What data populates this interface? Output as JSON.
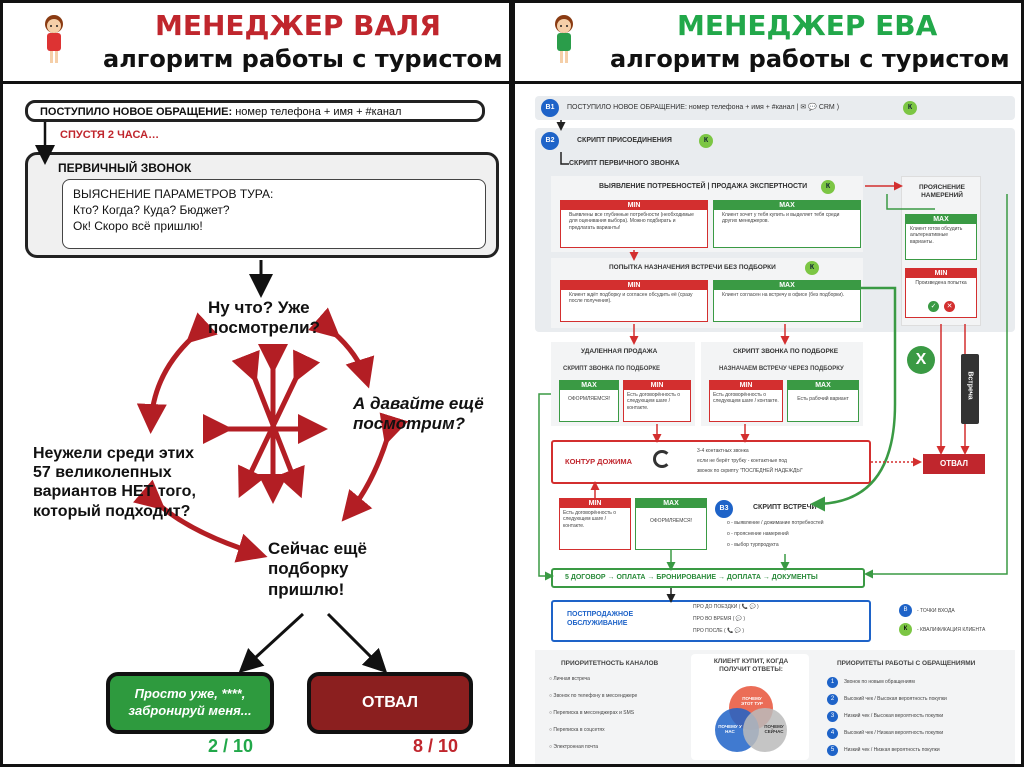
{
  "left": {
    "header_title": "МЕНЕДЖЕР ВАЛЯ",
    "header_subtitle": "алгоритм работы с туристом",
    "request_label_bold": "ПОСТУПИЛО НОВОЕ ОБРАЩЕНИЕ:",
    "request_label_rest": " номер телефона + имя + #канал",
    "after_2h": "СПУСТЯ 2 ЧАСА…",
    "first_call": "ПЕРВИЧНЫЙ ЗВОНОК",
    "params_line1": "ВЫЯСНЕНИЕ ПАРАМЕТРОВ ТУРА:",
    "params_line2": "Кто? Когда? Куда? Бюджет?",
    "params_line3": "Ок! Скоро всё пришлю!",
    "q_top": "Ну что? Уже посмотрели?",
    "q_right": "А давайте ещё посмотрим?",
    "q_left": "Неужели среди этих 57 великолепных вариантов НЕТ того, который подходит?",
    "q_bottom": "Сейчас ещё подборку пришлю!",
    "result_good": "Просто уже, ****, забронируй меня...",
    "result_bad": "ОТВАЛ",
    "score_good": "2 / 10",
    "score_bad": "8 / 10"
  },
  "right": {
    "header_title": "МЕНЕДЖЕР ЕВА",
    "header_subtitle": "алгоритм работы с туристом",
    "b1": "B1",
    "b1_text": "ПОСТУПИЛО НОВОЕ ОБРАЩЕНИЕ: номер телефона + имя + #канал | ✉ 💬 CRM )",
    "k": "К",
    "b2": "B2",
    "b2_text": "СКРИПТ ПРИСОЕДИНЕНИЯ",
    "first_call_script": "СКРИПТ ПЕРВИЧНОГО ЗВОНКА",
    "needs": "ВЫЯВЛЕНИЕ ПОТРЕБНОСТЕЙ | ПРОДАЖА ЭКСПЕРТНОСТИ",
    "min": "MIN",
    "max": "MAX",
    "needs_min": "Выявлены все глубинные потребности (необходимые для оценивания выбора). Можно подбирать и предлагать варианты!",
    "needs_max": "Клиент хочет у тебя купить и выделяет тебя среди других менеджеров.",
    "clarify": "ПРОЯСНЕНИЕ НАМЕРЕНИЙ",
    "clarify_max": "Клиент готов обсудить альтернативные варианты.",
    "clarify_min": "Произведена попытка",
    "meeting_try": "ПОПЫТКА НАЗНАЧЕНИЯ ВСТРЕЧИ БЕЗ ПОДБОРКИ",
    "meet_min": "Клиент ждёт подборку и согласен обсудить её (сразу после получения).",
    "meet_max": "Клиент согласен на встречу в офисе (без подборки).",
    "remote": "УДАЛЕННАЯ ПРОДАЖА",
    "call_script": "СКРИПТ ЗВОНКА ПО ПОДБОРКЕ",
    "call_script2": "СКРИПТ ЗВОНКА ПО ПОДБОРКЕ",
    "set_meeting": "НАЗНАЧАЕМ ВСТРЕЧУ ЧЕРЕЗ ПОДБОРКУ",
    "format": "ОФОРМЛЯЕМСЯ!",
    "agree_next": "Есть договорённость о следующем шаге / контакте.",
    "work_option": "Есть рабочий вариант",
    "contour": "КОНТУР ДОЖИМА",
    "contour_1": "3-4 контактных звонка",
    "contour_2": "если не берёт трубку - контактные под",
    "contour_3": "звонок по скрипту \"ПОСЛЕДНЕЙ НАДЕЖДЫ\"",
    "fail": "ОТВАЛ",
    "b3": "B3",
    "meet_script": "СКРИПТ ВСТРЕЧИ",
    "meet_s1": "о - выявление / дожимание потребностей",
    "meet_s2": "о - прояснение намерений",
    "meet_s3": "о - выбор турпродукта",
    "meet_agree": "Есть договорённость о следующем шаге / контакте.",
    "chain": "5 ДОГОВОР → ОПЛАТА → БРОНИРОВАНИЕ → ДОПЛАТА → ДОКУМЕНТЫ",
    "post": "ПОСТПРОДАЖНОЕ ОБСЛУЖИВАНИЕ",
    "post_1": "ПРО ДО ПОЕЗДКИ ( 📞 💬 )",
    "post_2": "ПРО ВО ВРЕМЯ ( 💬 )",
    "post_3": "ПРО ПОСЛЕ ( 📞 💬 )",
    "strelka": "Встреча",
    "legend_b": "- ТОЧКИ ВХОДА",
    "legend_k": "- КВАЛИФИКАЦИЯ КЛИЕНТА",
    "channels_title": "ПРИОРИТЕТНОСТЬ КАНАЛОВ",
    "channels": [
      "Личная встреча",
      "Звонок по телефону в мессенджере",
      "Переписка в мессенджерах и SMS",
      "Переписка в соцсетях",
      "Электронная почта"
    ],
    "buy_title": "КЛИЕНТ КУПИТ, КОГДА ПОЛУЧИТ ОТВЕТЫ:",
    "venn_top": "ПОЧЕМУ ЭТОТ ТУР",
    "venn_left": "ПОЧЕМУ У НАС",
    "venn_right": "ПОЧЕМУ СЕЙЧАС",
    "prio_title": "ПРИОРИТЕТЫ РАБОТЫ С ОБРАЩЕНИЯМИ",
    "prio": [
      "Звонок по новым обращениям",
      "Высокий чек / Высокая вероятность покупки",
      "Низкий чек / Высокая вероятность покупки",
      "Высокий чек / Низкая вероятность покупки",
      "Низкий чек / Низкая вероятность покупки"
    ],
    "prio_nums": [
      "1",
      "2",
      "3",
      "4",
      "5"
    ],
    "x_mark": "X",
    "ok_mark": "✓",
    "no_mark": "✕"
  },
  "colors": {
    "red": "#c0262d",
    "green": "#22a84a",
    "dark_red": "#8b1a1a",
    "blue": "#1e63c8"
  }
}
